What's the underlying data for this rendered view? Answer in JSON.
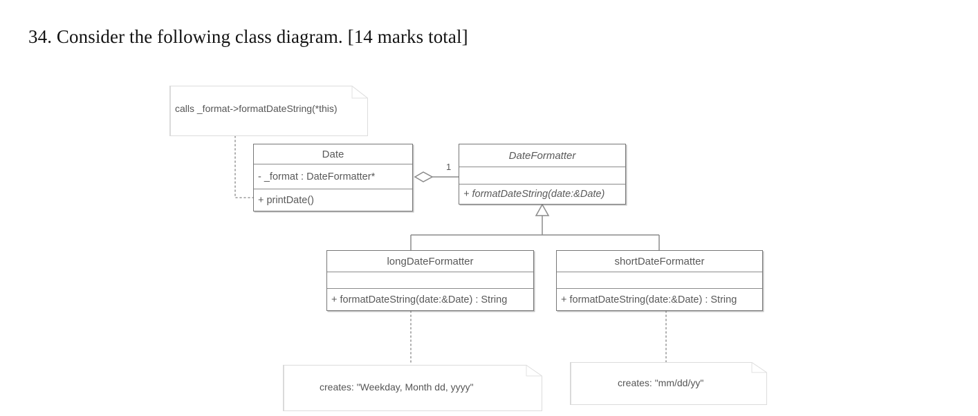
{
  "question": {
    "title": "34. Consider the following class diagram.  [14 marks total]"
  },
  "diagram": {
    "type": "uml-class-diagram",
    "classes": [
      {
        "id": "date",
        "name": "Date",
        "abstract": false,
        "attributes": [
          "- _format : DateFormatter*"
        ],
        "operations": [
          "+ printDate()"
        ]
      },
      {
        "id": "date-formatter",
        "name": "DateFormatter",
        "abstract": true,
        "attributes": [
          ""
        ],
        "operations": [
          "+ formatDateString(date:&Date)"
        ]
      },
      {
        "id": "long-date-formatter",
        "name": "longDateFormatter",
        "abstract": false,
        "attributes": [
          ""
        ],
        "operations": [
          "+ formatDateString(date:&Date) : String"
        ]
      },
      {
        "id": "short-date-formatter",
        "name": "shortDateFormatter",
        "abstract": false,
        "attributes": [
          ""
        ],
        "operations": [
          "+ formatDateString(date:&Date) : String"
        ]
      }
    ],
    "notes": [
      {
        "id": "note-calls",
        "text": "calls _format->formatDateString(*this)"
      },
      {
        "id": "note-long",
        "text": "creates: \"Weekday, Month dd, yyyy\""
      },
      {
        "id": "note-short",
        "text": "creates: \"mm/dd/yy\""
      }
    ],
    "relationships": [
      {
        "id": "aggregation-date-dateformatter",
        "kind": "aggregation",
        "from": "Date",
        "to": "DateFormatter",
        "target_multiplicity": "1"
      },
      {
        "id": "generalization-long",
        "kind": "generalization",
        "from": "longDateFormatter",
        "to": "DateFormatter"
      },
      {
        "id": "generalization-short",
        "kind": "generalization",
        "from": "shortDateFormatter",
        "to": "DateFormatter"
      }
    ],
    "colors": {
      "box_border": "#767676",
      "text": "#595959",
      "connector": "#8a8a8a",
      "note_border": "#d8d8d8",
      "background": "#ffffff"
    }
  }
}
